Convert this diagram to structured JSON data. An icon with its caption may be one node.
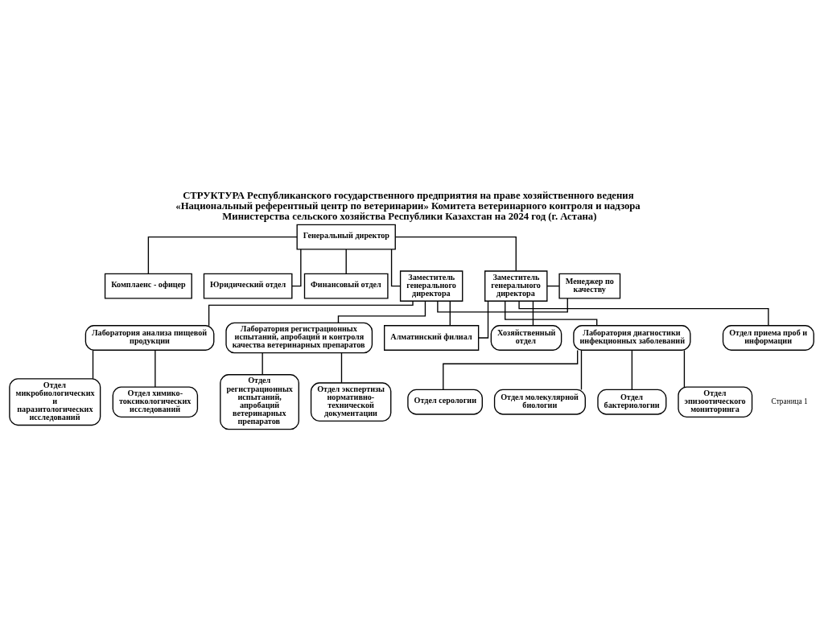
{
  "diagram": {
    "title": "СТРУКТУРА Республиканского государственного предприятия на праве хозяйственного ведения «Национальный референтный центр по ветеринарии» Комитета ветеринарного контроля и надзора Министерства сельского хозяйства Республики Казахстан на 2024 год (г. Астана)",
    "nodes": [
      {
        "text": [
          "Генеральный директор"
        ]
      },
      {
        "text": [
          "Комплаенс - офицер"
        ]
      },
      {
        "text": [
          "Юридический отдел"
        ]
      },
      {
        "text": [
          "Финансовый отдел"
        ]
      },
      {
        "text": [
          "Заместитель генерального директора"
        ]
      },
      {
        "text": [
          "Менеджер по качеству"
        ]
      },
      {
        "text": [
          "Заместитель генерального директора"
        ]
      },
      {
        "text": [
          "Лаборатория анализа пищевой продукции"
        ]
      },
      {
        "text": [
          "Лаборатория регистрационных испытаний, апробаций и контроля качества ветеринарных препаратов"
        ]
      },
      {
        "text": [
          "Отдел микробиологических и паразитологических исследований"
        ]
      },
      {
        "text": [
          "Отдел химико-токсикологических исследований"
        ]
      },
      {
        "text": [
          "Отдел регистрационных испытаний, апробаций ветеринарных препаратов"
        ]
      },
      {
        "text": [
          "Отдел экспертизы нормативно-технической документации"
        ]
      },
      {
        "text": [
          "Хозяйственный отдел"
        ]
      },
      {
        "text": [
          "Алматинский филиал"
        ]
      },
      {
        "text": [
          "Лаборатория диагностики инфекционных заболеваний"
        ]
      },
      {
        "text": [
          "Отдел серологии"
        ]
      },
      {
        "text": [
          "Отдел молекулярной биологии"
        ]
      },
      {
        "text": [
          "Отдел бактериологии"
        ]
      },
      {
        "text": [
          "Отдел эпизоотического мониторинга"
        ]
      },
      {
        "text": [
          "Отдел приема проб и информации"
        ]
      }
    ],
    "edges": [
      {
        "from": 0,
        "to": 1,
        "arrow": "none"
      },
      {
        "from": 0,
        "to": 2,
        "arrow": "none"
      },
      {
        "from": 0,
        "to": 3,
        "arrow": "none"
      },
      {
        "from": 0,
        "to": 4,
        "arrow": "none"
      },
      {
        "from": 0,
        "to": 6,
        "arrow": "none"
      },
      {
        "from": 4,
        "to": 5,
        "arrow": "none"
      },
      {
        "from": 6,
        "to": 5,
        "arrow": "none"
      },
      {
        "from": 4,
        "to": 7,
        "arrow": "none"
      },
      {
        "from": 4,
        "to": 8,
        "arrow": "none"
      },
      {
        "from": 4,
        "to": 14,
        "arrow": "none"
      },
      {
        "from": 7,
        "to": 9,
        "arrow": "none"
      },
      {
        "from": 7,
        "to": 10,
        "arrow": "none"
      },
      {
        "from": 8,
        "to": 11,
        "arrow": "none"
      },
      {
        "from": 8,
        "to": 12,
        "arrow": "none"
      },
      {
        "from": 6,
        "to": 13,
        "arrow": "none"
      },
      {
        "from": 6,
        "to": 14,
        "arrow": "none"
      },
      {
        "from": 6,
        "to": 15,
        "arrow": "none"
      },
      {
        "from": 6,
        "to": 20,
        "arrow": "none"
      },
      {
        "from": 15,
        "to": 16,
        "arrow": "none"
      },
      {
        "from": 15,
        "to": 17,
        "arrow": "none"
      },
      {
        "from": 15,
        "to": 18,
        "arrow": "none"
      },
      {
        "from": 15,
        "to": 19,
        "arrow": "none"
      }
    ],
    "labels": [
      "Страница 1"
    ]
  }
}
